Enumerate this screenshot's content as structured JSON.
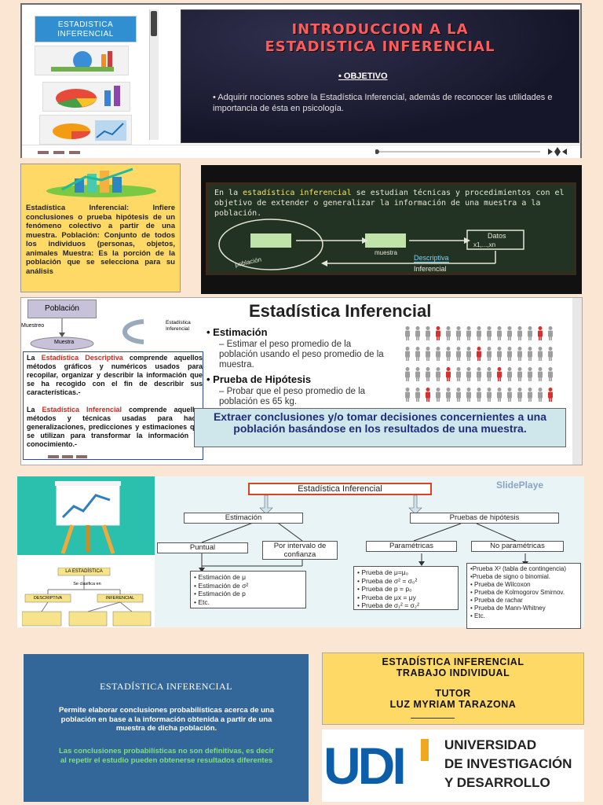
{
  "slideshow": {
    "sidebar_title": "ESTADISTICA INFERENCIAL",
    "slide_title_1": "INTRODUCCION A LA",
    "slide_title_2": "ESTADISTICA INFERENCIAL",
    "objective_label": "• OBJETIVO",
    "objective_text": "•  Adquirir nociones sobre la Estadística Inferencial, además de reconocer las utilidades e importancia de ésta en psicología."
  },
  "definition_panel": {
    "text": "Estadística Inferencial: Infiere conclusiones o prueba hipótesis de un fenómeno colectivo a partir de una muestra. Población: Conjunto de todos los individuos (personas, objetos, animales Muestra: Es la porción de la población que se selecciona para su análisis"
  },
  "chalkboard": {
    "lead": "En la ",
    "highlight": "estadística inferencial",
    "rest": " se estudian técnicas y procedimientos con el objetivo de extender o generalizar la información de una muestra a la población.",
    "node_muestra": "muestra",
    "node_datos": "Datos",
    "node_datos_sub": "x1,...,xn",
    "node_poblacion": "población",
    "label_descriptiva": "Descriptiva",
    "label_inferencial": "Inferencial"
  },
  "inference_panel": {
    "poblacion": "Población",
    "muestreo": "Muestreo",
    "muestra": "Muestra",
    "estadistica_label": "Estadística Inferencial",
    "desc_prefix": "La ",
    "desc_red": "Estadística Descriptiva",
    "desc_rest": " comprende aquellos métodos gráficos y numéricos usados para recopilar, organizar y describir la información que se ha recogido con el fin de describir sus características.-",
    "inf_prefix": "La ",
    "inf_red": "Estadística Inferencial",
    "inf_rest": " comprende aquellos métodos y técnicas usadas para hacer generalizaciones, predicciones y estimaciones que se utilizan para transformar la información en conocimiento.-",
    "title": "Estadística Inferencial",
    "bullet1": "•  Estimación",
    "sub1": "– Estimar el peso promedio de la población usando el peso promedio de la muestra.",
    "bullet2": "•  Prueba de Hipótesis",
    "sub2": "– Probar que el peso promedio de la población es 65 kg.",
    "banner": "Extraer conclusiones y/o tomar decisiones concernientes a una población basándose en los resultados de una muestra."
  },
  "flowchart": {
    "brand": "SlidePlaye",
    "root": "Estadística Inferencial",
    "estimacion": "Estimación",
    "pruebas": "Pruebas de hipótesis",
    "puntual": "Puntual",
    "intervalo": "Por intervalo de confianza",
    "parametricas": "Paramétricas",
    "no_parametricas": "No paramétricas",
    "est_list": [
      "• Estimación de μ",
      "• Estimación de σ²",
      "• Estimación de p",
      "• Etc."
    ],
    "par_list": [
      "• Prueba de μ=μ₀",
      "• Prueba de σ² = σ₀²",
      "• Prueba de p = p₀",
      "• Prueba de μx = μy",
      "• Prueba de σ₁² = σ₂²"
    ],
    "nopar_list": [
      "•Prueba X² (tabla de contingencia)",
      "•Prueba de signo o binomial.",
      "• Prueba de Wilcoxon",
      "• Prueba de Kolmogorov Smirnov.",
      "• Prueba de rachar",
      "• Prueba de Mann-Whitney",
      "• Etc."
    ],
    "mini_title": "LA ESTADÍSTICA",
    "mini_sub": "Se clasifica en",
    "mini_desc": "DESCRIPTIVA",
    "mini_inf": "INFERENCIAL"
  },
  "blue_panel": {
    "title": "ESTADÍSTICA INFERENCIAL",
    "desc1": "Permite elaborar conclusiones probabilísticas acerca de una población en base a la información obtenida a partir de una muestra de dicha población.",
    "desc2": "Las conclusiones probabilísticas no son definitivas, es decir al repetir el estudio pueden obtenerse resultados diferentes"
  },
  "title_card": {
    "line1": "ESTADÍSTICA INFERENCIAL",
    "line2": "TRABAJO INDIVIDUAL",
    "line3": "TUTOR",
    "line4": "LUZ MYRIAM TARAZONA"
  },
  "logo": {
    "mark": "UDI",
    "line1": "UNIVERSIDAD",
    "line2": "DE INVESTIGACIÓN",
    "line3": "Y DESARROLLO"
  }
}
